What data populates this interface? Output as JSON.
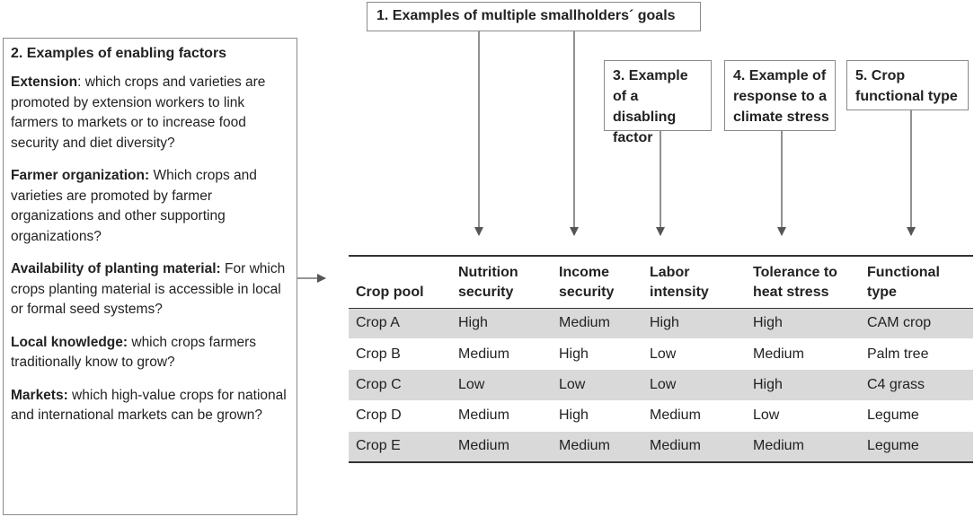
{
  "enabling_factors": {
    "title": "2. Examples of enabling  factors",
    "items": [
      {
        "term": "Extension",
        "text": ": which crops and varieties are promoted by extension workers to link farmers to markets or to increase food security and diet diversity?"
      },
      {
        "term": "Farmer organization:",
        "text": " Which crops and varieties are promoted by farmer organizations and other supporting organizations?"
      },
      {
        "term": "Availability of planting material:",
        "text": " For which crops planting material is accessible in local or formal seed systems?"
      },
      {
        "term": "Local knowledge:",
        "text": " which crops farmers traditionally know to grow?"
      },
      {
        "term": "Markets:",
        "text": " which high-value crops for national and international markets can be grown?"
      }
    ]
  },
  "goals_box": {
    "title": "1. Examples of multiple smallholders´ goals"
  },
  "disabling_box": {
    "title": "3. Example of a disabling factor"
  },
  "climate_box": {
    "title": "4. Example of response to a climate stress"
  },
  "functional_box": {
    "title": "5. Crop functional type"
  },
  "table": {
    "headers": [
      "Crop pool",
      "Nutrition security",
      "Income security",
      "Labor intensity",
      "Tolerance to heat stress",
      "Functional type"
    ],
    "rows": [
      [
        "Crop A",
        "High",
        "Medium",
        "High",
        "High",
        "CAM crop"
      ],
      [
        "Crop B",
        "Medium",
        "High",
        "Low",
        "Medium",
        "Palm tree"
      ],
      [
        "Crop C",
        "Low",
        "Low",
        "Low",
        "High",
        "C4 grass"
      ],
      [
        "Crop D",
        "Medium",
        "High",
        "Medium",
        "Low",
        "Legume"
      ],
      [
        "Crop E",
        "Medium",
        "Medium",
        "Medium",
        "Medium",
        "Legume"
      ]
    ]
  },
  "colors": {
    "shaded_row": "#d9d9d9",
    "border": "#8a8a8a",
    "arrow": "#555555"
  }
}
